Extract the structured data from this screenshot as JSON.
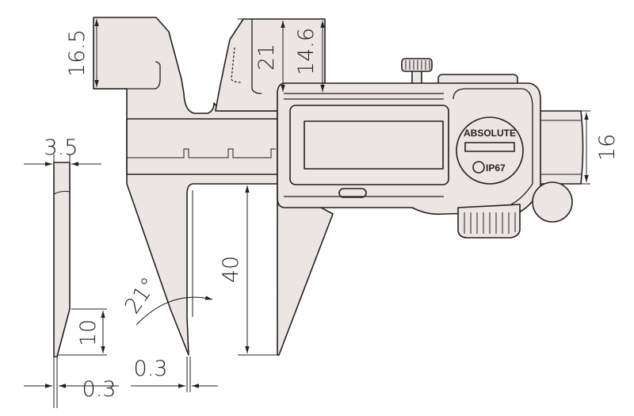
{
  "title": "Digital caliper dimensions",
  "dimensions": {
    "upper_jaw_left": "16.5",
    "upper_jaw_right": "21",
    "upper_jaw_depth": "14.6",
    "beam_width": "16",
    "blade_thickness": "3.5",
    "lower_jaw_length": "40",
    "jaw_angle": "21°",
    "tip_height": "10",
    "tip_width_side": "0.3",
    "tip_width_front": "0.3"
  },
  "logo": {
    "brand": "ABSOLUTE",
    "rating": "IP67"
  },
  "colors": {
    "fill": "#ebe6e4",
    "stroke": "#231f20"
  }
}
